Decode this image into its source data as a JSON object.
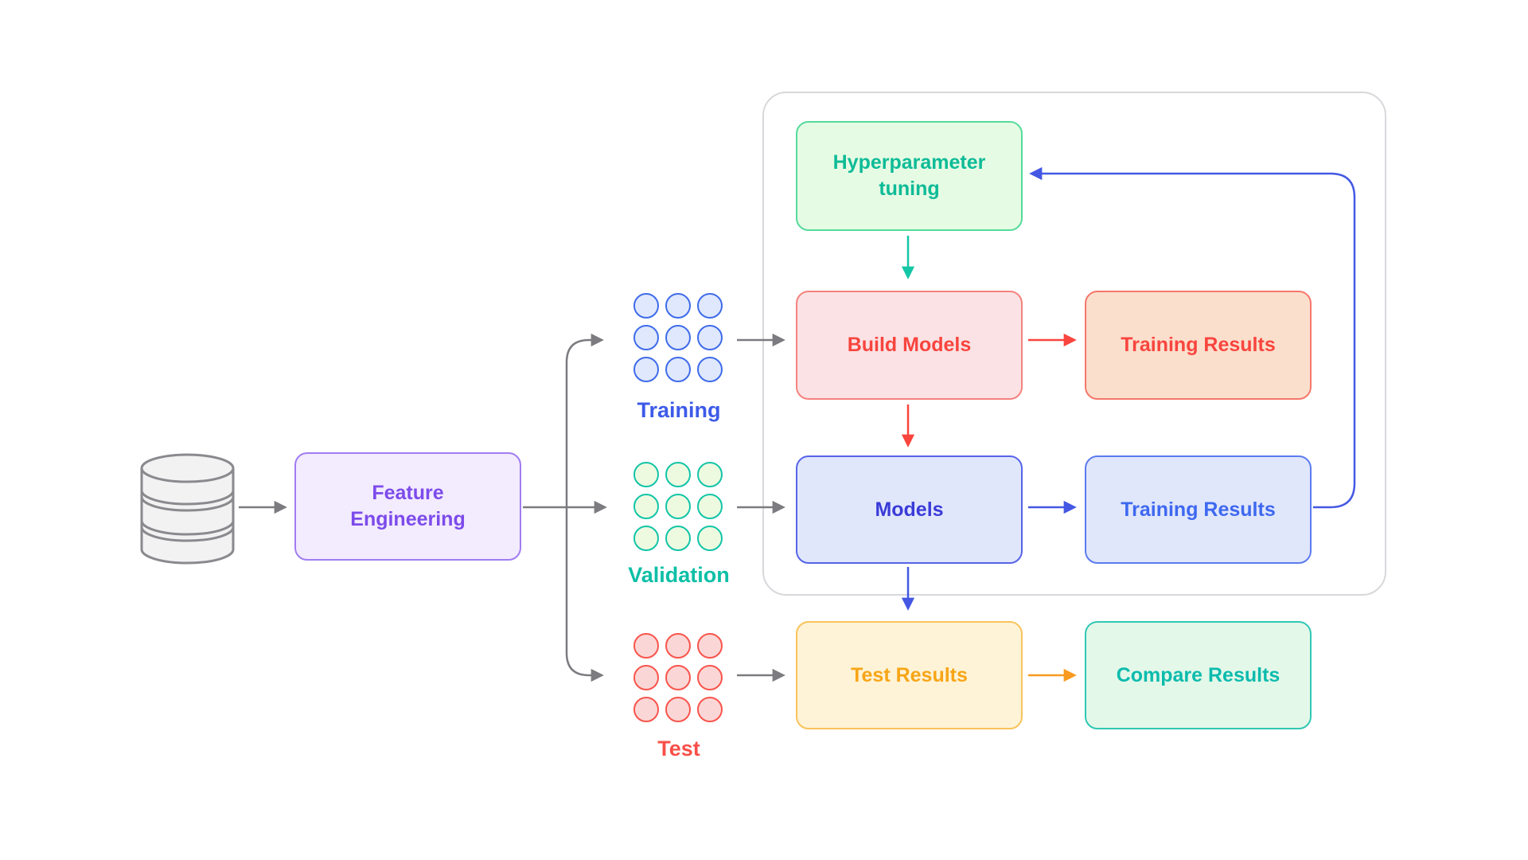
{
  "nodes": {
    "feature_engineering": {
      "label": "Feature Engineering",
      "fill": "#F3EBFE",
      "border": "#A07DF2",
      "text": "#7C4BEB"
    },
    "hyperparameter_tuning": {
      "label": "Hyperparameter tuning",
      "fill": "#E6FBE4",
      "border": "#54DB9B",
      "text": "#0EBB97"
    },
    "build_models": {
      "label": "Build Models",
      "fill": "#FBE2E4",
      "border": "#F5827E",
      "text": "#F8453E"
    },
    "training_results_top": {
      "label": "Training Results",
      "fill": "#FBDFCD",
      "border": "#F5776C",
      "text": "#F8453E"
    },
    "models": {
      "label": "Models",
      "fill": "#E0E7FB",
      "border": "#5763E9",
      "text": "#3A3BD8"
    },
    "training_results_bottom": {
      "label": "Training Results",
      "fill": "#E0E7FB",
      "border": "#5C7BEF",
      "text": "#3E68F0"
    },
    "test_results": {
      "label": "Test Results",
      "fill": "#FEF3D6",
      "border": "#F8C35B",
      "text": "#F7A516"
    },
    "compare_results": {
      "label": "Compare Results",
      "fill": "#E3F8E9",
      "border": "#30C8B4",
      "text": "#0CBBAD"
    }
  },
  "datasets": {
    "training": {
      "label": "Training",
      "grid": "3x3",
      "dot_fill": "#DFE8FC",
      "dot_border": "#3F6BEA",
      "text": "#3D5BE8"
    },
    "validation": {
      "label": "Validation",
      "grid": "3x3",
      "dot_fill": "#EDFAE0",
      "dot_border": "#12C4A8",
      "text": "#0DBFA6"
    },
    "test": {
      "label": "Test",
      "grid": "3x3",
      "dot_fill": "#FAD7D6",
      "dot_border": "#F8544C",
      "text": "#F8504A"
    }
  },
  "icons": {
    "source": "database-icon"
  },
  "connector_colors": {
    "gray": "#7B7B80",
    "teal": "#15C7A6",
    "red": "#F8453E",
    "blue": "#4458E4",
    "orange": "#F79A1F",
    "frame_border": "#D8D8DC"
  }
}
